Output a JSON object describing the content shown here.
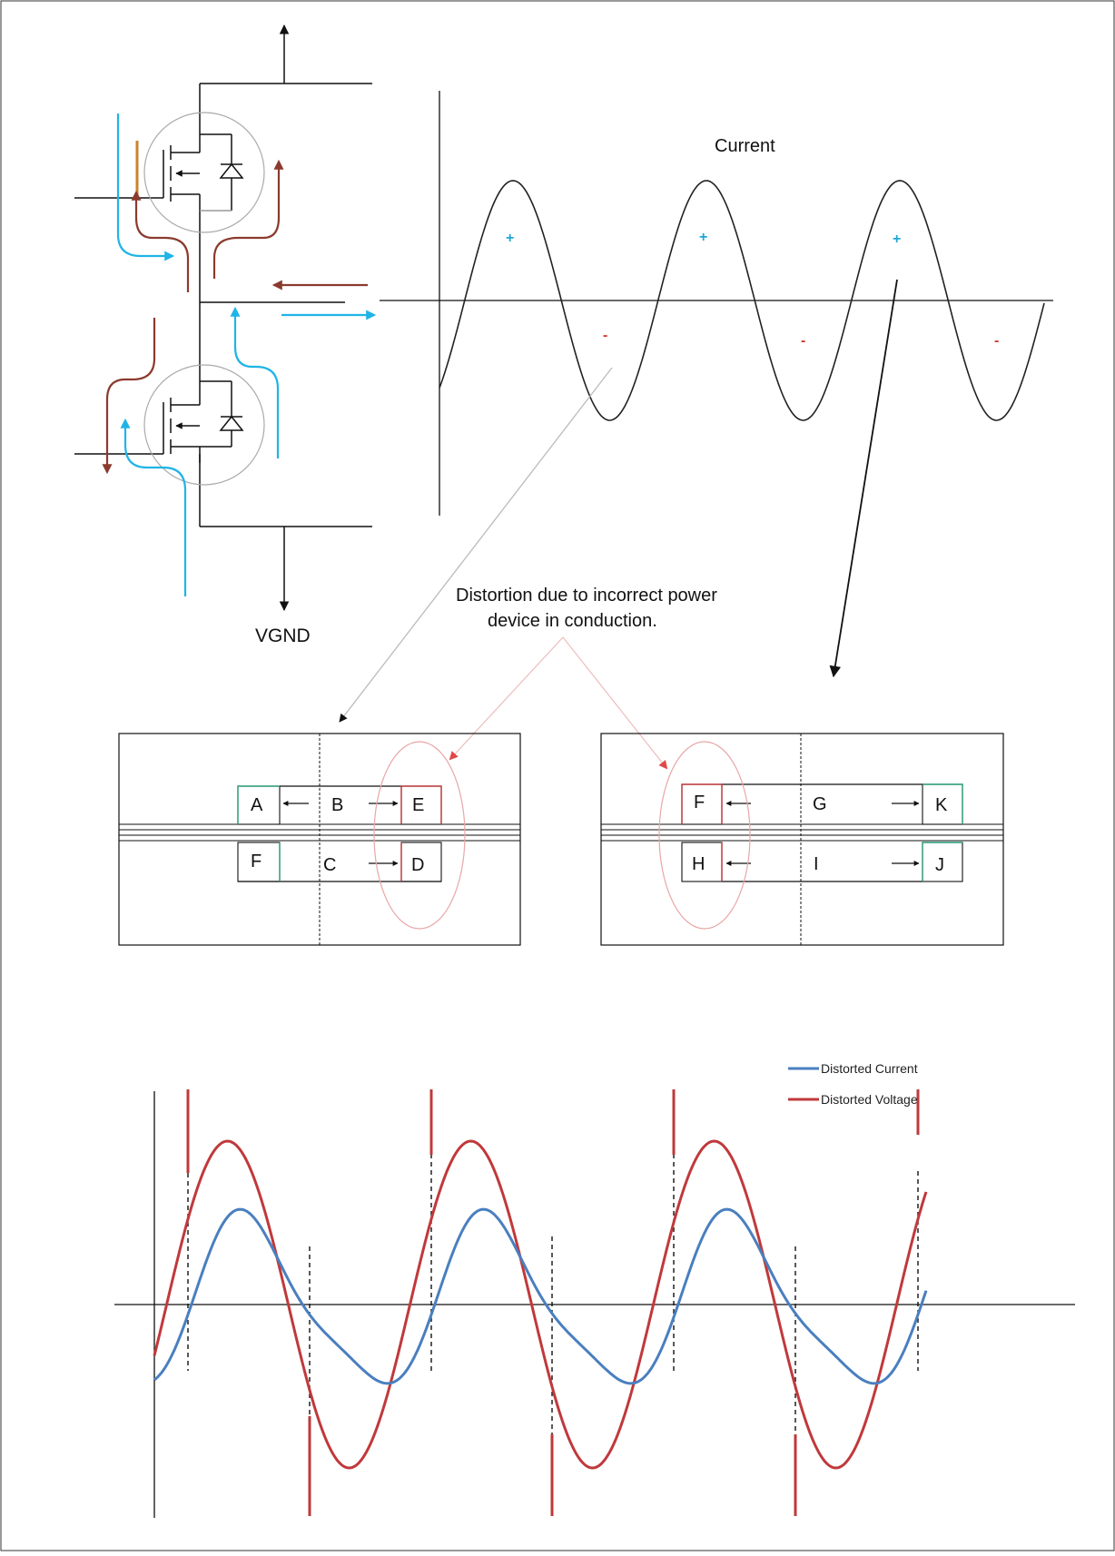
{
  "colors": {
    "blue_arrow": "#1fb4e6",
    "brown_arrow": "#8b3a2e",
    "orange_line": "#c8842c",
    "curve_black": "#222222",
    "sign_blue": "#1fa6d8",
    "sign_red": "#d23a2a",
    "red_hint": "#e04848",
    "green_box": "#2a9d7a",
    "pink_ellipse": "#e9a6a6",
    "distorted_current": "#4a7fbf",
    "distorted_voltage": "#c0393b"
  },
  "icons": {
    "upper_mosfet": "mosfet-symbol-icon",
    "lower_mosfet": "mosfet-symbol-icon"
  },
  "labels": {
    "vgnd": "VGND",
    "current_title": "Current",
    "annotation_line1": "Distortion due to incorrect power",
    "annotation_line2": "device in conduction."
  },
  "sine_signs": [
    "+",
    "+",
    "+",
    "-",
    "-",
    "-"
  ],
  "left_panel": {
    "a": "A",
    "b": "B",
    "e": "E",
    "f": "F",
    "c": "C",
    "d": "D"
  },
  "right_panel": {
    "f": "F",
    "g": "G",
    "k": "K",
    "h": "H",
    "i": "I",
    "j": "J"
  },
  "legend": {
    "current": "Distorted Current",
    "voltage": "Distorted Voltage"
  }
}
